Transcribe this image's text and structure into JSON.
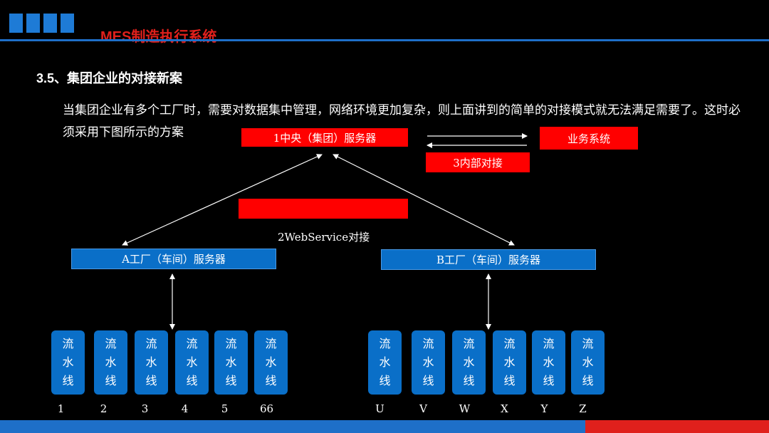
{
  "header": {
    "brand": "MES制造执行系统"
  },
  "section_title": "3.5、集团企业的对接新案",
  "paragraph": "当集团企业有多个工厂时，需要对数据集中管理，网络环境更加复杂，则上面讲到的简单的对接模式就无法满足需要了。这时必须采用下图所示的方案",
  "diagram": {
    "central_server": "1中央（集团）服务器",
    "business_system": "业务系统",
    "internal_link": "3内部对接",
    "webservice_link": "2WebService对接",
    "factory_a": "A工厂（车间）服务器",
    "factory_b": "B工厂（车间）服务器",
    "line_chars": [
      "流",
      "水",
      "线"
    ],
    "group_a_labels": [
      "1",
      "2",
      "3",
      "4",
      "5",
      "66"
    ],
    "group_b_labels": [
      "U",
      "V",
      "W",
      "X",
      "Y",
      "Z"
    ]
  },
  "colors": {
    "accent_red": "#ff0000",
    "accent_blue": "#0a6fc8",
    "background": "#000000"
  }
}
